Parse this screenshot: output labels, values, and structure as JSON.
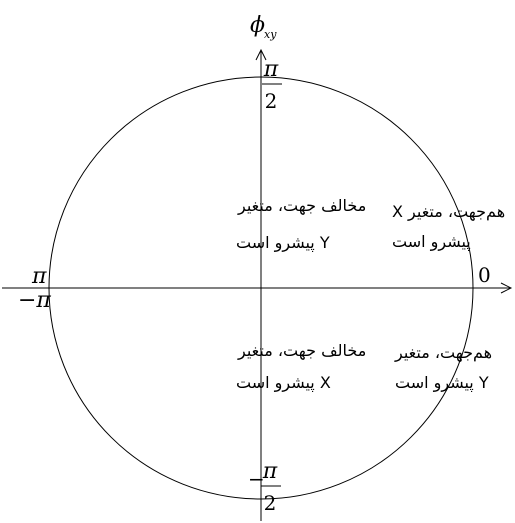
{
  "axis": {
    "title_symbol": "ϕ",
    "title_subscript": "xy",
    "top_numerator": "π",
    "top_denominator": "2",
    "bottom_minus": "−",
    "bottom_numerator": "π",
    "bottom_denominator": "2",
    "left_upper": "π",
    "left_lower": "−π",
    "right_zero": "0"
  },
  "quadrants": {
    "top_right": {
      "line1": "هم‌جهت، متغیر X",
      "line2": "پیشرو است"
    },
    "top_left": {
      "line1": "مخالف جهت، متغیر",
      "line2": "Y پیشرو است"
    },
    "bottom_left": {
      "line1": "مخالف جهت، متغیر",
      "line2": "X پیشرو است"
    },
    "bottom_right": {
      "line1": "هم‌جهت، متغیر",
      "line2": "Y پیشرو است"
    }
  }
}
